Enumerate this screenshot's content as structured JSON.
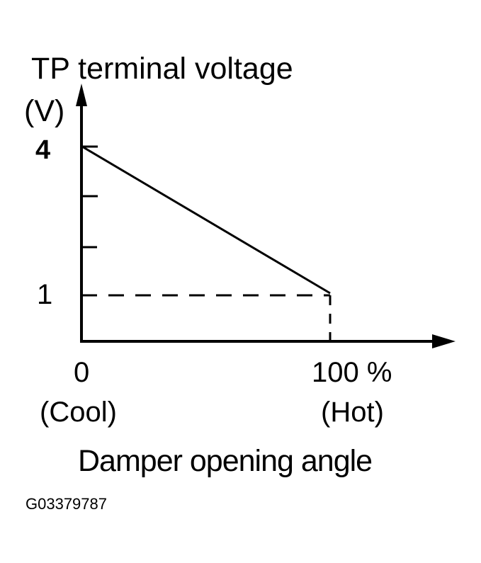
{
  "chart_data": {
    "type": "line",
    "title": "",
    "ylabel": "TP terminal voltage",
    "yunit": "(V)",
    "xlabel": "Damper opening angle",
    "x_ticks": [
      {
        "value": 0,
        "label": "0",
        "caption": "(Cool)"
      },
      {
        "value": 100,
        "label": "100 %",
        "caption": "(Hot)"
      }
    ],
    "y_ticks": [
      {
        "value": 4,
        "label": "4"
      },
      {
        "value": 3,
        "label": ""
      },
      {
        "value": 2,
        "label": ""
      },
      {
        "value": 1,
        "label": "1"
      }
    ],
    "series": [
      {
        "name": "TP terminal voltage",
        "x": [
          0,
          100
        ],
        "y": [
          4,
          1
        ]
      }
    ],
    "xlim": [
      0,
      100
    ],
    "ylim": [
      0,
      4
    ],
    "grid": false,
    "annotations": [
      "dashed guide lines from (0,1) to (100,1) and from (100,1) to (100,0)"
    ],
    "colors": {
      "line": "#000000",
      "background": "#ffffff"
    }
  },
  "labels": {
    "ylabel": "TP terminal voltage",
    "yunit": "(V)",
    "ytick_4": "4",
    "ytick_1": "1",
    "xtick_0": "0",
    "xtick_100": "100 %",
    "xcaption_0": "(Cool)",
    "xcaption_100": "(Hot)",
    "xlabel": "Damper opening angle",
    "figure_id": "G03379787"
  }
}
